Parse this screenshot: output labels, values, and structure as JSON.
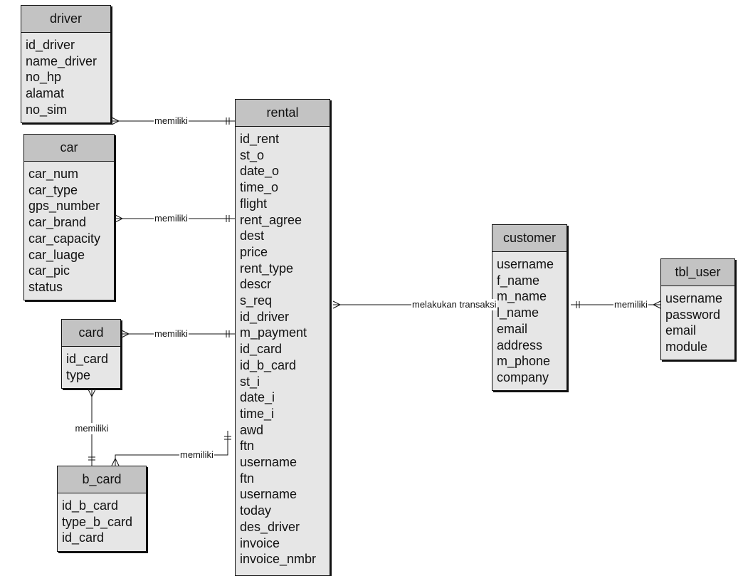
{
  "entities": [
    {
      "id": "driver",
      "name": "driver",
      "fields": [
        "id_driver",
        "name_driver",
        "no_hp",
        "alamat",
        "no_sim"
      ]
    },
    {
      "id": "car",
      "name": "car",
      "fields": [
        "car_num",
        "car_type",
        "gps_number",
        "car_brand",
        "car_capacity",
        "car_luage",
        "car_pic",
        "status"
      ]
    },
    {
      "id": "card",
      "name": "card",
      "fields": [
        "id_card",
        "type"
      ]
    },
    {
      "id": "b_card",
      "name": "b_card",
      "fields": [
        "id_b_card",
        "type_b_card",
        "id_card"
      ]
    },
    {
      "id": "rental",
      "name": "rental",
      "fields": [
        "id_rent",
        "st_o",
        "date_o",
        "time_o",
        "flight",
        "rent_agree",
        "dest",
        "price",
        "rent_type",
        "descr",
        "s_req",
        "id_driver",
        "m_payment",
        "id_card",
        "id_b_card",
        "st_i",
        "date_i",
        "time_i",
        "awd",
        "ftn",
        "username",
        "ftn",
        "username",
        "today",
        "des_driver",
        "invoice",
        "invoice_nmbr"
      ]
    },
    {
      "id": "customer",
      "name": "customer",
      "fields": [
        "username",
        "f_name",
        "m_name",
        "l_name",
        "email",
        "address",
        "m_phone",
        "company"
      ]
    },
    {
      "id": "tbl_user",
      "name": "tbl_user",
      "fields": [
        "username",
        "password",
        "email",
        "module"
      ]
    }
  ],
  "relationships": [
    {
      "id": "driver-rental",
      "label": "memiliki",
      "from": "driver",
      "to": "rental",
      "from_end": "many",
      "to_end": "one"
    },
    {
      "id": "car-rental",
      "label": "memiliki",
      "from": "car",
      "to": "rental",
      "from_end": "many",
      "to_end": "one"
    },
    {
      "id": "card-rental",
      "label": "memiliki",
      "from": "card",
      "to": "rental",
      "from_end": "many",
      "to_end": "one"
    },
    {
      "id": "card-b_card",
      "label": "memiliki",
      "from": "card",
      "to": "b_card",
      "from_end": "many",
      "to_end": "one"
    },
    {
      "id": "b_card-rental",
      "label": "memiliki",
      "from": "b_card",
      "to": "rental",
      "from_end": "many",
      "to_end": "one"
    },
    {
      "id": "rental-customer",
      "label": "melakukan transaksi",
      "from": "rental",
      "to": "customer",
      "from_end": "many",
      "to_end": "one"
    },
    {
      "id": "customer-tbl_user",
      "label": "memiliki",
      "from": "customer",
      "to": "tbl_user",
      "from_end": "one",
      "to_end": "many"
    }
  ]
}
